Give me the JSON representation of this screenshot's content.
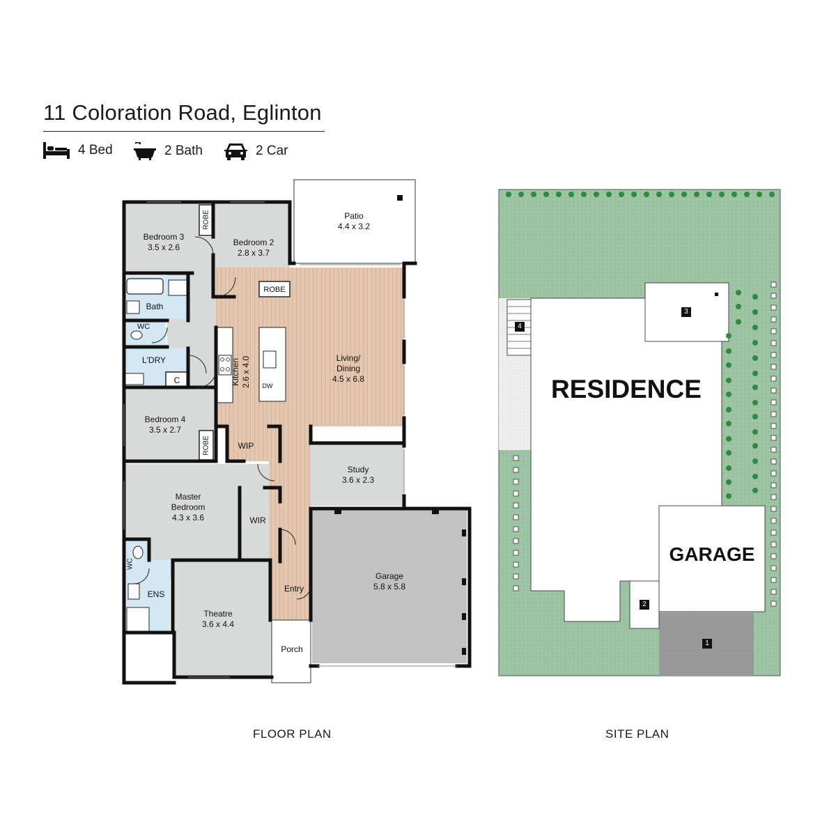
{
  "header": {
    "address": "11 Coloration Road, Eglinton",
    "features": [
      {
        "icon": "bed-icon",
        "label": "4 Bed"
      },
      {
        "icon": "bath-icon",
        "label": "2 Bath"
      },
      {
        "icon": "car-icon",
        "label": "2 Car"
      }
    ]
  },
  "floor_plan": {
    "caption": "FLOOR PLAN",
    "rooms": {
      "patio": {
        "name": "Patio",
        "size": "4.4 x 3.2"
      },
      "bedroom3": {
        "name": "Bedroom 3",
        "size": "3.5 x 2.6"
      },
      "bedroom2": {
        "name": "Bedroom 2",
        "size": "2.8 x 3.7"
      },
      "robe_b3": {
        "name": "ROBE"
      },
      "robe_b2": {
        "name": "ROBE"
      },
      "bath": {
        "name": "Bath"
      },
      "wc": {
        "name": "WC"
      },
      "laundry": {
        "name": "L'DRY"
      },
      "cupboard": {
        "name": "C"
      },
      "kitchen": {
        "name": "Kitchen",
        "size": "2.6 x 4.0"
      },
      "dishwasher": {
        "name": "DW"
      },
      "living": {
        "name": "Living/",
        "name2": "Dining",
        "size": "4.5 x 6.8"
      },
      "bedroom4": {
        "name": "Bedroom 4",
        "size": "3.5 x 2.7"
      },
      "robe_b4": {
        "name": "ROBE"
      },
      "wip": {
        "name": "WIP"
      },
      "study": {
        "name": "Study",
        "size": "3.6 x 2.3"
      },
      "master": {
        "name": "Master",
        "name2": "Bedroom",
        "size": "4.3 x 3.6"
      },
      "wir": {
        "name": "WIR"
      },
      "ens_wc": {
        "name": "WC"
      },
      "ens": {
        "name": "ENS"
      },
      "garage": {
        "name": "Garage",
        "size": "5.8 x 5.8"
      },
      "entry": {
        "name": "Entry"
      },
      "theatre": {
        "name": "Theatre",
        "size": "3.6 x 4.4"
      },
      "porch": {
        "name": "Porch"
      }
    }
  },
  "site_plan": {
    "caption": "SITE PLAN",
    "residence_label": "RESIDENCE",
    "garage_label": "GARAGE",
    "markers": [
      "1",
      "2",
      "3",
      "4"
    ]
  },
  "colors": {
    "wall": "#111111",
    "floor_tile": "#d9dbda",
    "wet_area": "#d4e8f4",
    "timber": "#e4c7b0",
    "garage_floor": "#c2c2c2",
    "lawn": "#9cc4a2",
    "paving": "#eeeeee",
    "driveway": "#9a9a9a",
    "hedge": "#2e8b3f"
  }
}
